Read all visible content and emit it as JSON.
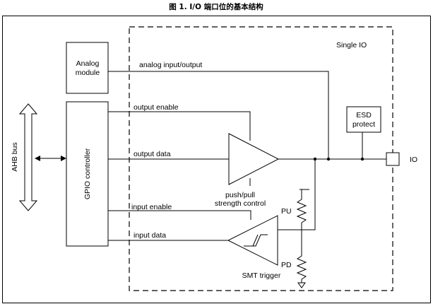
{
  "title": "图 1. I/O 端口位的基本结构",
  "labels": {
    "single_io": "Single IO",
    "analog_module_line1": "Analog",
    "analog_module_line2": "module",
    "analog_io": "analog input/output",
    "esd_line1": "ESD",
    "esd_line2": "protect",
    "io": "IO",
    "ahb_bus": "AHB bus",
    "gpio_controller": "GPIO controller",
    "output_enable": "output enable",
    "output_data": "output data",
    "push_pull_line1": "push/pull",
    "push_pull_line2": "strength control",
    "input_enable": "input enable",
    "input_data": "input data",
    "pu": "PU",
    "pd": "PD",
    "smt_trigger": "SMT trigger"
  }
}
